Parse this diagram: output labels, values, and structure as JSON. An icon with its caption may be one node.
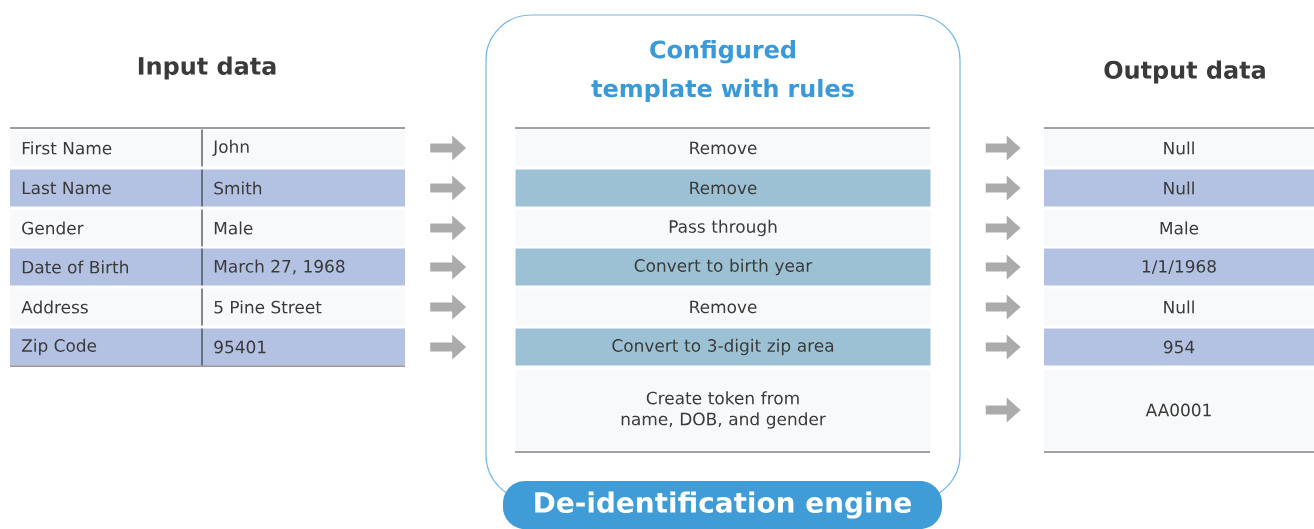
{
  "diagram": {
    "nodes": [
      {
        "text": [
          "First Name",
          "John"
        ]
      },
      {
        "text": [
          "Last Name",
          "Smith"
        ]
      },
      {
        "text": [
          "Gender",
          "Male"
        ]
      },
      {
        "text": [
          "Date of Birth",
          "March 27, 1968"
        ]
      },
      {
        "text": [
          "Address",
          "5 Pine Street"
        ]
      },
      {
        "text": [
          "Zip Code",
          "95401"
        ]
      },
      {
        "text": [
          "Configured template with rules"
        ]
      },
      {
        "text": [
          "Remove"
        ],
        "in": 6
      },
      {
        "text": [
          "Remove"
        ],
        "in": 6
      },
      {
        "text": [
          "Pass through"
        ],
        "in": 6
      },
      {
        "text": [
          "Convert to birth year"
        ],
        "in": 6
      },
      {
        "text": [
          "Remove"
        ],
        "in": 6
      },
      {
        "text": [
          "Convert to 3-digit zip area"
        ],
        "in": 6
      },
      {
        "text": [
          "Create token from name, DOB, and gender"
        ],
        "in": 6
      },
      {
        "text": [
          "De-identification engine"
        ]
      },
      {
        "text": [
          "Null"
        ]
      },
      {
        "text": [
          "Null"
        ]
      },
      {
        "text": [
          "Male"
        ]
      },
      {
        "text": [
          "1/1/1968"
        ]
      },
      {
        "text": [
          "Null"
        ]
      },
      {
        "text": [
          "954"
        ]
      },
      {
        "text": [
          "AA0001"
        ]
      }
    ],
    "edges": [
      {
        "from": 0,
        "to": 7,
        "arrow": "to"
      },
      {
        "from": 1,
        "to": 8,
        "arrow": "to"
      },
      {
        "from": 2,
        "to": 9,
        "arrow": "to"
      },
      {
        "from": 3,
        "to": 10,
        "arrow": "to"
      },
      {
        "from": 4,
        "to": 11,
        "arrow": "to"
      },
      {
        "from": 5,
        "to": 12,
        "arrow": "to"
      },
      {
        "from": 7,
        "to": 15,
        "arrow": "to"
      },
      {
        "from": 8,
        "to": 16,
        "arrow": "to"
      },
      {
        "from": 9,
        "to": 17,
        "arrow": "to"
      },
      {
        "from": 10,
        "to": 18,
        "arrow": "to"
      },
      {
        "from": 11,
        "to": 19,
        "arrow": "to"
      },
      {
        "from": 12,
        "to": 20,
        "arrow": "to"
      },
      {
        "from": 13,
        "to": 21,
        "arrow": "to"
      }
    ],
    "labels": [
      "Input data",
      "Output data"
    ]
  }
}
